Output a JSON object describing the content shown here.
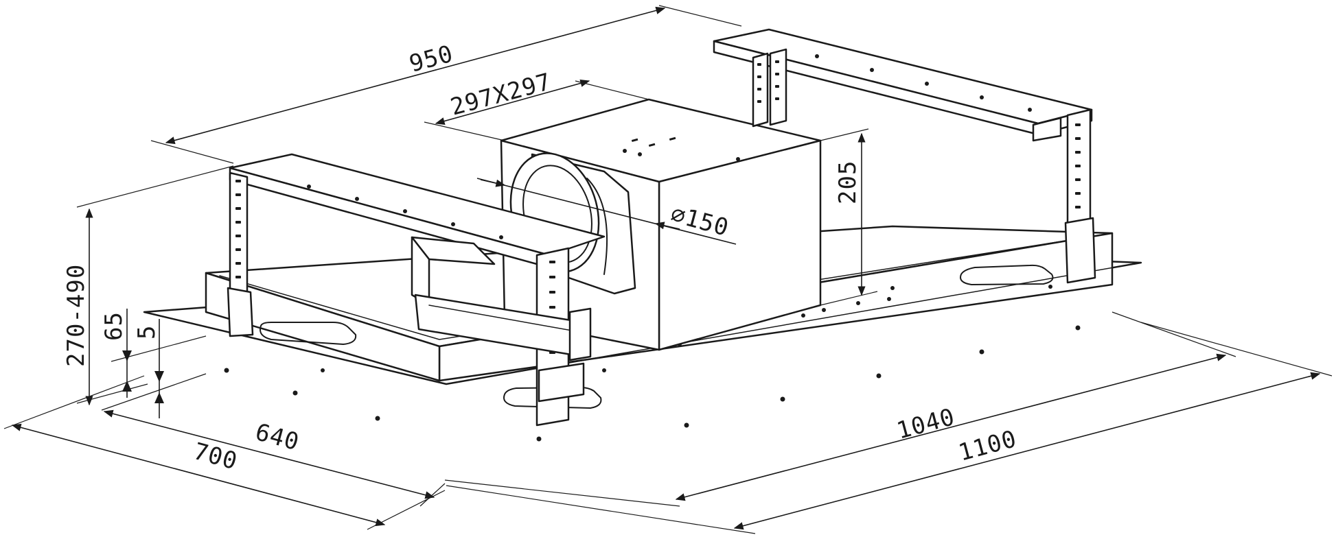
{
  "labels": {
    "width_950": "950",
    "outlet_297": "297X297",
    "diameter_150": "⌀150",
    "height_205": "205",
    "height_range": "270-490",
    "height_65": "65",
    "height_5": "5",
    "depth_640": "640",
    "depth_700": "700",
    "length_1040": "1040",
    "length_1100": "1100"
  },
  "colors": {
    "line": "#1a1a1a",
    "background": "#ffffff"
  }
}
